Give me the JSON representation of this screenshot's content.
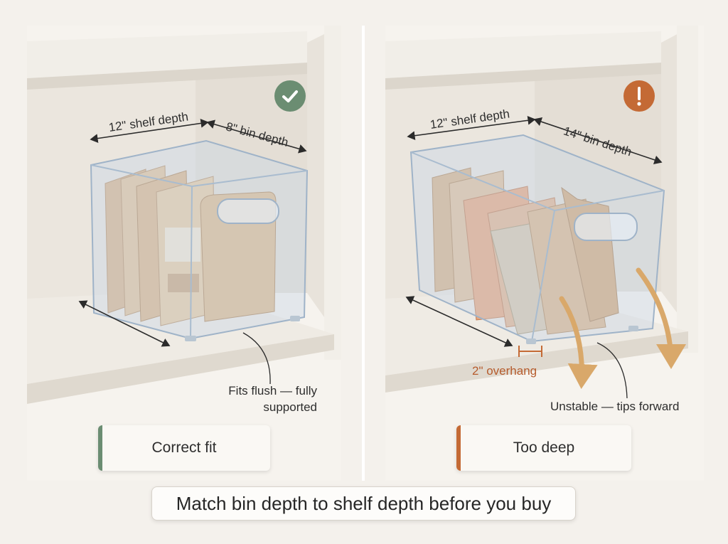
{
  "left_panel": {
    "shelf_depth_label": "12\" shelf depth",
    "bin_depth_label": "8\" bin depth",
    "fit_note_line1": "Fits flush — fully",
    "fit_note_line2": "supported",
    "card_label": "Correct fit",
    "status_icon": "check-icon",
    "accent_color": "#6b8d72"
  },
  "right_panel": {
    "shelf_depth_label": "12\" shelf depth",
    "bin_depth_label": "14\" bin depth",
    "overhang_label": "2\" overhang",
    "unstable_note": "Unstable — tips forward",
    "card_label": "Too deep",
    "status_icon": "exclamation-icon",
    "accent_color": "#c46a35"
  },
  "caption": "Match bin depth to shelf depth before you buy"
}
